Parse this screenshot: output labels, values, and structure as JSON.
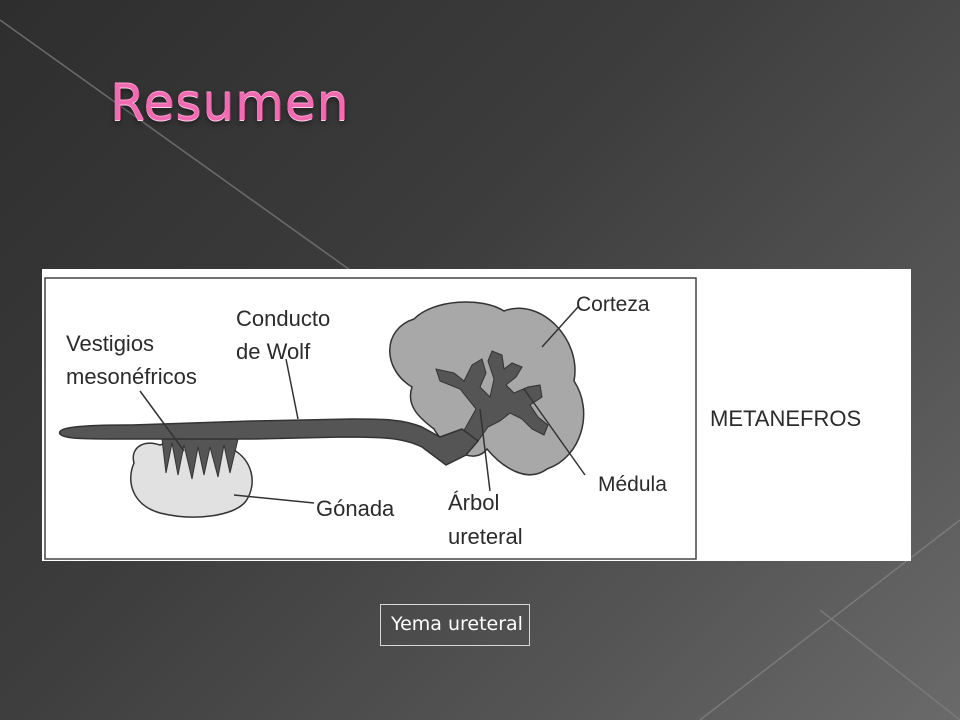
{
  "slide": {
    "title": "Resumen",
    "caption": "Yema ureteral",
    "colors": {
      "title": "#f06bb1",
      "background": "#3c3c3c",
      "tissue_dark": "#555555",
      "tissue_light": "#a8a8a8",
      "gonad": "#e1e1e1"
    }
  },
  "diagram": {
    "labels": {
      "vestigios_line1": "Vestigios",
      "vestigios_line2": "mesonéfricos",
      "conducto_line1": "Conducto",
      "conducto_line2": "de Wolf",
      "corteza": "Corteza",
      "medula": "Médula",
      "arbol_line1": "Árbol",
      "arbol_line2": "ureteral",
      "gonada": "Gónada",
      "metanefros": "METANEFROS"
    }
  }
}
